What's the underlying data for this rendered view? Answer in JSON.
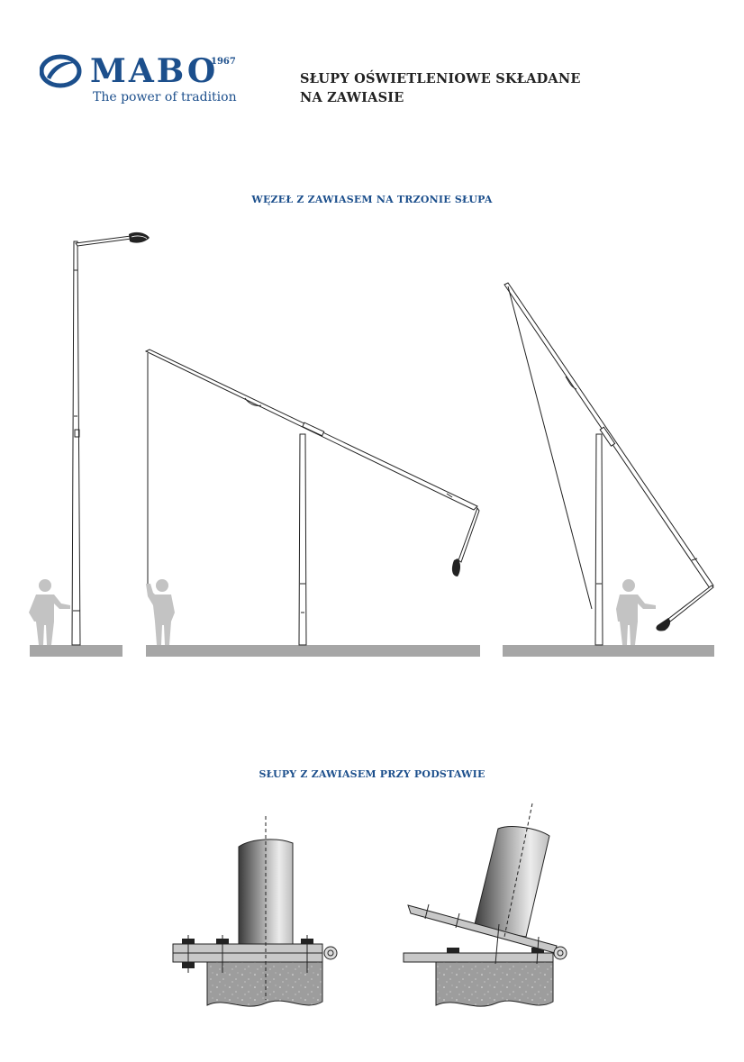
{
  "brand": {
    "name": "MABO",
    "year": "1967",
    "tagline": "The power of tradition",
    "color": "#1c4f8c"
  },
  "document": {
    "title_line1": "SŁUPY OŚWIETLENIOWE SKŁADANE",
    "title_line2": "NA ZAWIASIE"
  },
  "sections": [
    {
      "title": "WĘZEŁ Z ZAWIASEM NA TRZONIE SŁUPA"
    },
    {
      "title": "SŁUPY Z ZAWIASEM PRZY PODSTAWIE"
    }
  ],
  "colors": {
    "ground": "#a6a6a6",
    "figure": "#c3c3c3",
    "line": "#222222",
    "concrete": "#9d9d9d"
  }
}
